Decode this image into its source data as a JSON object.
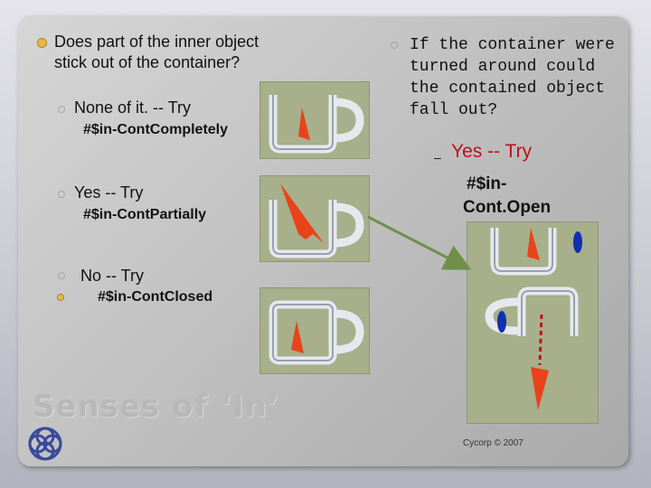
{
  "left": {
    "question": [
      "Does part of the inner object",
      "stick out of the container?"
    ],
    "options": [
      {
        "label": "None of it. -- Try",
        "link": "#$in-ContCompletely"
      },
      {
        "label": "Yes -- Try",
        "link": "#$in-ContPartially"
      },
      {
        "label": "No  -- Try",
        "link": "#$in-ContClosed"
      }
    ]
  },
  "right": {
    "question": [
      "If the container were",
      "turned around could",
      "the contained object",
      "fall out?"
    ],
    "answer_label": "Yes -- Try",
    "answer_link": [
      "#$in-",
      "Cont.Open"
    ]
  },
  "title": "Senses of ‘In’",
  "footer": "Cycorp © 2007",
  "colors": {
    "panel": "#a7af8b",
    "arrow_object": "#e8431a",
    "accent_red": "#c0101a",
    "link_arrow": "#6f8f4a",
    "blue_oval": "#1030b0"
  }
}
